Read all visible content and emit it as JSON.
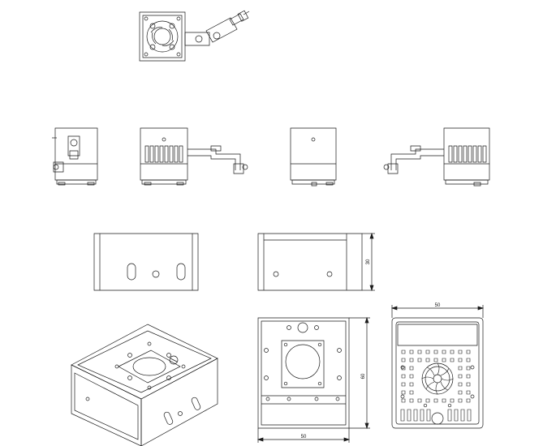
{
  "dimensions": {
    "height_side": "30",
    "height_top": "60",
    "width_top": "50",
    "width_fan": "50"
  },
  "colors": {
    "line": "#1a1a1a",
    "paper": "#ffffff"
  }
}
